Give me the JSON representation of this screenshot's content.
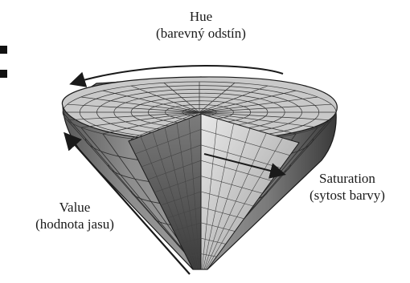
{
  "labels": {
    "hue": {
      "title": "Hue",
      "subtitle": "(barevný odstín)"
    },
    "saturation": {
      "title": "Saturation",
      "subtitle": "(sytost barvy)"
    },
    "value": {
      "title": "Value",
      "subtitle": "(hodnota jasu)"
    }
  },
  "cone": {
    "sectors": 12,
    "rings": 8,
    "shading_colors": [
      "#bdbdbd",
      "#8c8c8c",
      "#555555",
      "#2a2a2a"
    ]
  },
  "colors": {
    "ink": "#1a1a1a",
    "background": "#ffffff"
  },
  "icons": [
    "colon-glyph",
    "hue-arrow-icon",
    "saturation-arrow-icon",
    "value-arrow-icon"
  ]
}
